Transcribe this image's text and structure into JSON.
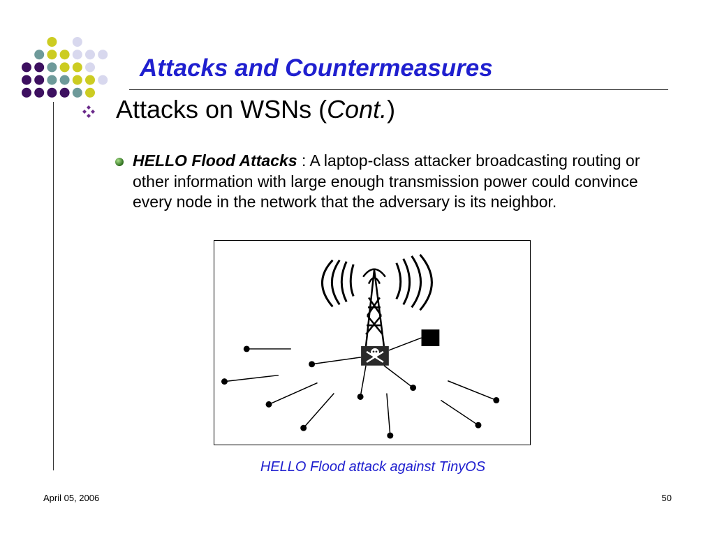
{
  "slide": {
    "title": "Attacks and Countermeasures",
    "subtitle_prefix": "Attacks on WSNs (",
    "subtitle_italic": "Cont.",
    "subtitle_suffix": ")",
    "bullet_term": "HELLO Flood Attacks",
    "bullet_body": " : A laptop-class attacker broadcasting routing or other information with large enough transmission power could convince every node in the network that the adversary is its neighbor.",
    "figure_caption": "HELLO Flood attack against TinyOS",
    "footer_date": "April 05, 2006",
    "page_number": "50"
  },
  "theme": {
    "title_color": "#1f1fcf",
    "dot_colors": {
      "yellow": "#cccc22",
      "teal": "#6e9a9a",
      "lavender": "#d8d8ee",
      "purple": "#3d1060"
    },
    "bullet_color": "#3a8a2a",
    "diamond_color": "#6a2a8a"
  },
  "diagram": {
    "icons": [
      "radio-tower-icon",
      "skull-crossbones-icon",
      "radio-waves-icon"
    ],
    "sensor_node_count": 10
  }
}
